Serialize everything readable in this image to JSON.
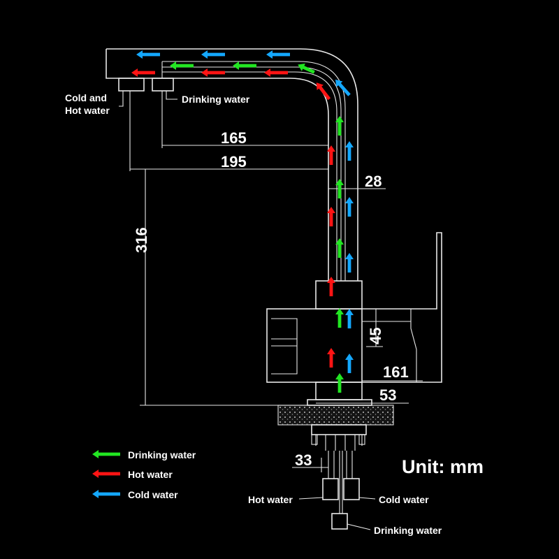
{
  "labels": {
    "cold_and_hot_line1": "Cold and",
    "cold_and_hot_line2": "Hot water",
    "drinking_outlet": "Drinking water",
    "hot_inlet": "Hot water",
    "cold_inlet": "Cold water",
    "drinking_inlet": "Drinking water",
    "unit": "Unit: mm"
  },
  "dimensions": {
    "d165": "165",
    "d195": "195",
    "d28": "28",
    "d316": "316",
    "d45": "45",
    "d161": "161",
    "d53": "53",
    "d33": "33"
  },
  "legend": [
    {
      "label": "Drinking water",
      "color": "#22e622"
    },
    {
      "label": "Hot water",
      "color": "#ff1414"
    },
    {
      "label": "Cold water",
      "color": "#14a8ff"
    }
  ],
  "colors": {
    "drinking": "#22e622",
    "hot": "#ff1414",
    "cold": "#14a8ff",
    "line": "#e8e8e8"
  }
}
